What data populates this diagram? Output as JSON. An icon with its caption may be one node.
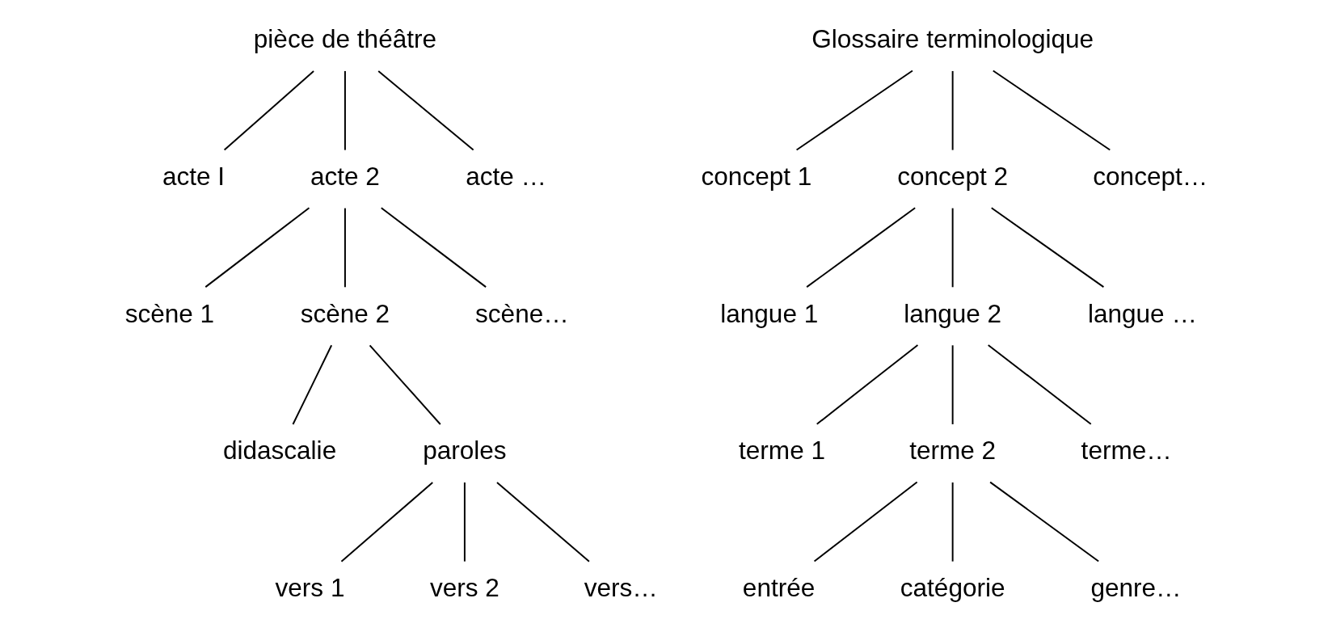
{
  "diagram": {
    "nodes": [
      {
        "text": [
          "pièce de théâtre"
        ]
      },
      {
        "text": [
          "acte I"
        ]
      },
      {
        "text": [
          "acte 2"
        ]
      },
      {
        "text": [
          "acte …"
        ]
      },
      {
        "text": [
          "scène 1"
        ]
      },
      {
        "text": [
          "scène 2"
        ]
      },
      {
        "text": [
          "scène…"
        ]
      },
      {
        "text": [
          "didascalie"
        ]
      },
      {
        "text": [
          "paroles"
        ]
      },
      {
        "text": [
          "vers 1"
        ]
      },
      {
        "text": [
          "vers 2"
        ]
      },
      {
        "text": [
          "vers…"
        ]
      },
      {
        "text": [
          "Glossaire terminologique"
        ]
      },
      {
        "text": [
          "concept 1"
        ]
      },
      {
        "text": [
          "concept 2"
        ]
      },
      {
        "text": [
          "concept…"
        ]
      },
      {
        "text": [
          "langue 1"
        ]
      },
      {
        "text": [
          "langue 2"
        ]
      },
      {
        "text": [
          "langue …"
        ]
      },
      {
        "text": [
          "terme 1"
        ]
      },
      {
        "text": [
          "terme 2"
        ]
      },
      {
        "text": [
          "terme…"
        ]
      },
      {
        "text": [
          "entrée"
        ]
      },
      {
        "text": [
          "catégorie"
        ]
      },
      {
        "text": [
          "genre…"
        ]
      }
    ],
    "edges": [
      {
        "from": 0,
        "to": 1,
        "arrow": "none"
      },
      {
        "from": 0,
        "to": 2,
        "arrow": "none"
      },
      {
        "from": 0,
        "to": 3,
        "arrow": "none"
      },
      {
        "from": 2,
        "to": 4,
        "arrow": "none"
      },
      {
        "from": 2,
        "to": 5,
        "arrow": "none"
      },
      {
        "from": 2,
        "to": 6,
        "arrow": "none"
      },
      {
        "from": 5,
        "to": 7,
        "arrow": "none"
      },
      {
        "from": 5,
        "to": 8,
        "arrow": "none"
      },
      {
        "from": 8,
        "to": 9,
        "arrow": "none"
      },
      {
        "from": 8,
        "to": 10,
        "arrow": "none"
      },
      {
        "from": 8,
        "to": 11,
        "arrow": "none"
      },
      {
        "from": 12,
        "to": 13,
        "arrow": "none"
      },
      {
        "from": 12,
        "to": 14,
        "arrow": "none"
      },
      {
        "from": 12,
        "to": 15,
        "arrow": "none"
      },
      {
        "from": 14,
        "to": 16,
        "arrow": "none"
      },
      {
        "from": 14,
        "to": 17,
        "arrow": "none"
      },
      {
        "from": 14,
        "to": 18,
        "arrow": "none"
      },
      {
        "from": 17,
        "to": 19,
        "arrow": "none"
      },
      {
        "from": 17,
        "to": 20,
        "arrow": "none"
      },
      {
        "from": 17,
        "to": 21,
        "arrow": "none"
      },
      {
        "from": 20,
        "to": 22,
        "arrow": "none"
      },
      {
        "from": 20,
        "to": 23,
        "arrow": "none"
      },
      {
        "from": 20,
        "to": 24,
        "arrow": "none"
      }
    ]
  }
}
